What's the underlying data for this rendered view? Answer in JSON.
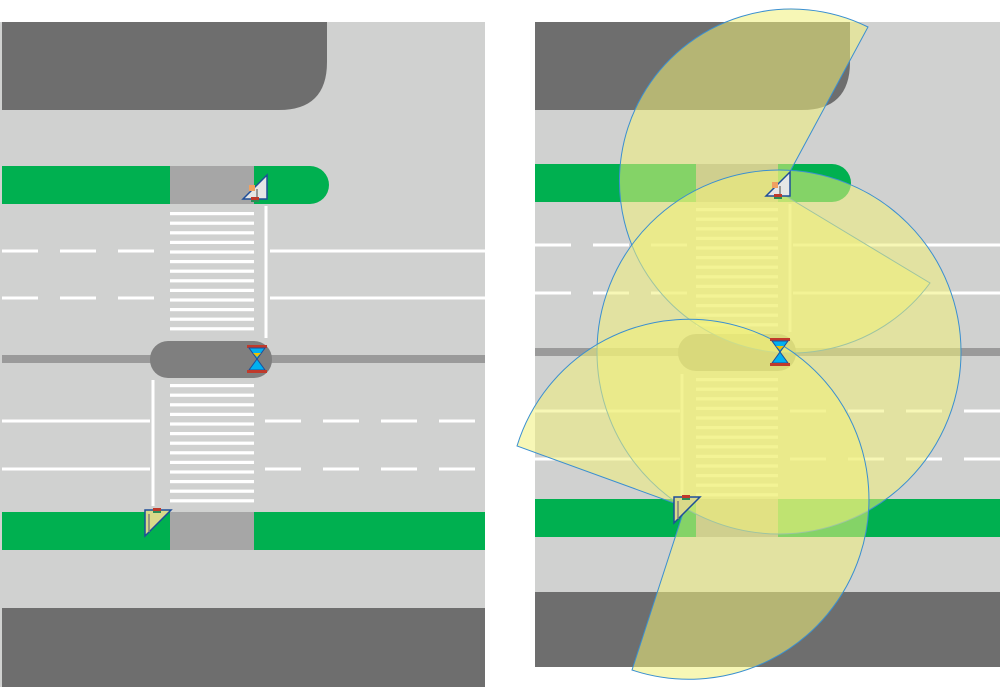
{
  "colors": {
    "ground": "#d0d1d0",
    "dark_zone": "#6e6e6e",
    "sidewalk": "#00b050",
    "crossing_pad": "#a6a6a6",
    "refuge": "#7f7f7f",
    "lane_marking": "#ffffff",
    "coverage_fill": "#f0f07a",
    "coverage_stroke": "#3a8fd0"
  },
  "panels": [
    {
      "name": "left-panel",
      "shows_coverage": false
    },
    {
      "name": "right-panel",
      "shows_coverage": true
    }
  ],
  "sensors": [
    {
      "name": "sensor-upper-right",
      "icon": "pole-camera-icon"
    },
    {
      "name": "sensor-median",
      "icon": "hourglass-icon"
    },
    {
      "name": "sensor-lower-left",
      "icon": "pole-camera-icon"
    }
  ],
  "coverage_zones": [
    {
      "name": "coverage-upper-sensor",
      "sensor": "sensor-upper-right"
    },
    {
      "name": "coverage-median-sensor",
      "sensor": "sensor-median"
    },
    {
      "name": "coverage-lower-sensor",
      "sensor": "sensor-lower-left"
    }
  ]
}
